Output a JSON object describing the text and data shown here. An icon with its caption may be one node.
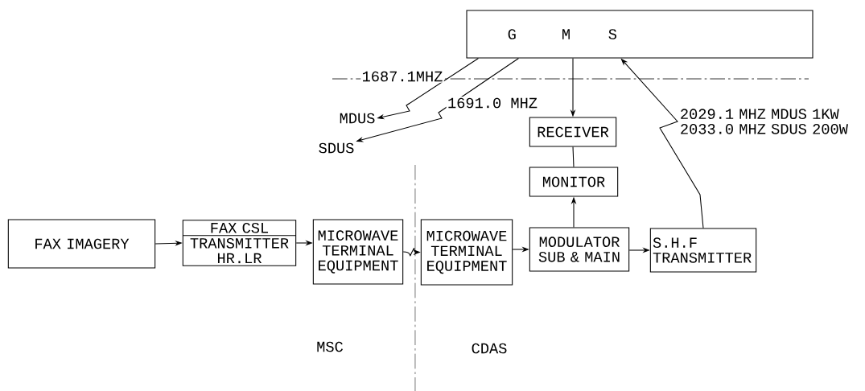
{
  "diagram": {
    "nodes": [
      {
        "text": [
          "G",
          "M",
          "S"
        ]
      },
      {
        "text": [
          "MDUS"
        ]
      },
      {
        "text": [
          "SDUS"
        ]
      },
      {
        "text": [
          "RECEIVER"
        ]
      },
      {
        "text": [
          "MONITOR"
        ]
      },
      {
        "text": [
          "FAX IMAGERY"
        ]
      },
      {
        "text": [
          "FAX CSL",
          "TRANSMITTER HR.LR"
        ]
      },
      {
        "text": [
          "MICROWAVE TERMINAL EQUIPMENT"
        ]
      },
      {
        "text": [
          "MICROWAVE TERMINAL EQUIPMENT"
        ]
      },
      {
        "text": [
          "MODULATOR SUB & MAIN"
        ]
      },
      {
        "text": [
          "S.H.F TRANSMITTER"
        ]
      }
    ],
    "edges": [
      {
        "from": 0,
        "to": 1,
        "arrow": "to",
        "label": "1687.1MHZ"
      },
      {
        "from": 0,
        "to": 2,
        "arrow": "to",
        "label": "1691.0 MHZ"
      },
      {
        "from": 0,
        "to": 3,
        "arrow": "to"
      },
      {
        "from": 3,
        "to": 4,
        "arrow": "none"
      },
      {
        "from": 9,
        "to": 4,
        "arrow": "to"
      },
      {
        "from": 5,
        "to": 6,
        "arrow": "to"
      },
      {
        "from": 6,
        "to": 7,
        "arrow": "to"
      },
      {
        "from": 7,
        "to": 8,
        "arrow": "to"
      },
      {
        "from": 8,
        "to": 9,
        "arrow": "to"
      },
      {
        "from": 9,
        "to": 10,
        "arrow": "to"
      },
      {
        "from": 10,
        "to": 0,
        "arrow": "to",
        "label": "2029.1 MHZ MDUS 1KW 2033.0 MHZ SDUS 200W"
      }
    ],
    "labels": [
      "MSC",
      "CDAS"
    ]
  }
}
